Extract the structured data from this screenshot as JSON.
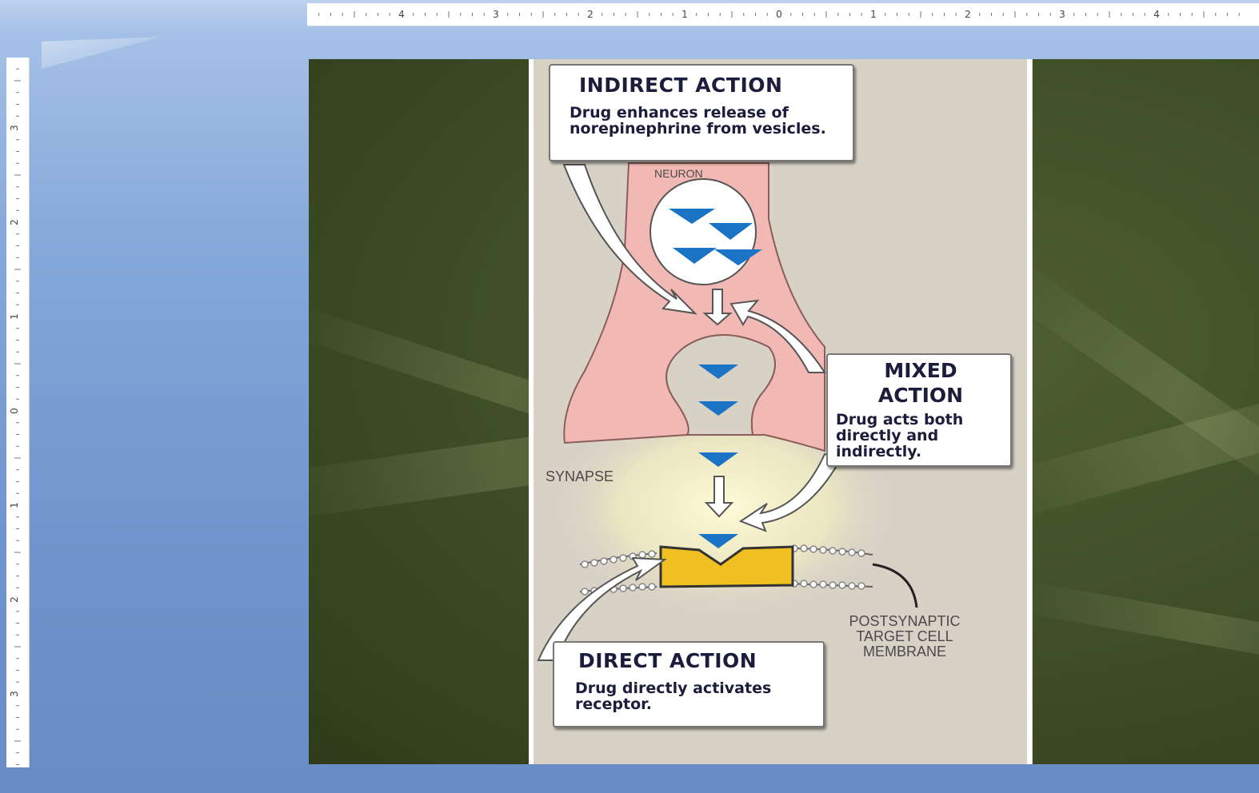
{
  "ruler": {
    "horizontal_ticks": [
      "4",
      "3",
      "2",
      "1",
      "0",
      "1",
      "2",
      "3",
      "4"
    ],
    "vertical_ticks": [
      "3",
      "2",
      "1",
      "0",
      "1",
      "2",
      "3"
    ]
  },
  "slide": {
    "indirect": {
      "title": "INDIRECT ACTION",
      "body": "Drug enhances release of norepinephrine from vesicles."
    },
    "mixed": {
      "title": "MIXED ACTION",
      "body": "Drug acts both directly and indirectly."
    },
    "direct": {
      "title": "DIRECT ACTION",
      "body": "Drug directly activates receptor."
    },
    "labels": {
      "neuron": "NEURON",
      "synapse": "SYNAPSE",
      "membrane": "POSTSYNAPTIC TARGET CELL MEMBRANE"
    }
  },
  "colors": {
    "vesicle_triangles": "#1a73c4",
    "neuron": "#f2b9b4",
    "receptor": "#f0c020",
    "panel_bg": "#d8d1c6"
  }
}
